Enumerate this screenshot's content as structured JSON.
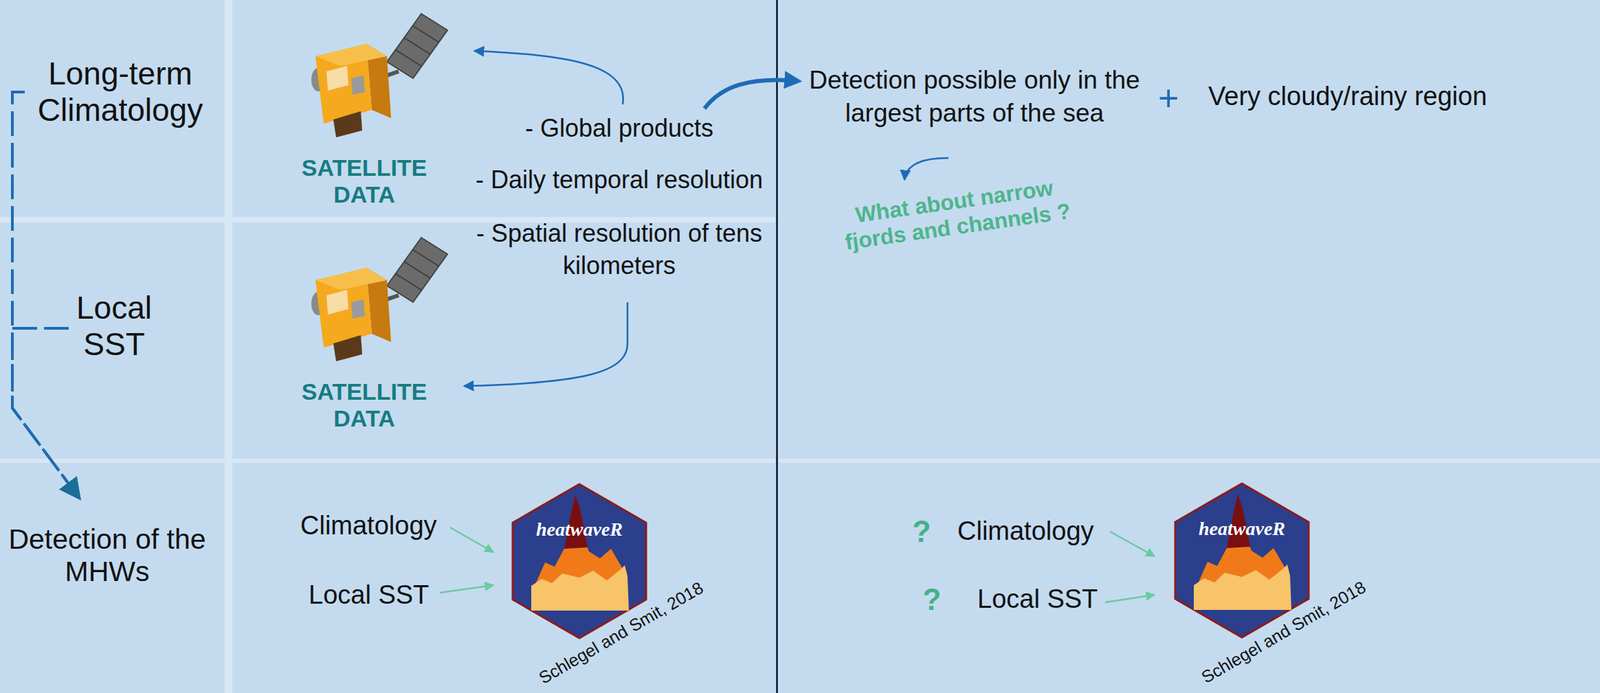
{
  "diagram": {
    "nodes": [
      {
        "text": [
          "Long-term Climatology"
        ]
      },
      {
        "text": [
          "Local SST"
        ]
      },
      {
        "text": [
          "Detection of the MHWs"
        ]
      },
      {
        "text": [
          "SATELLITE DATA"
        ]
      },
      {
        "text": [
          "SATELLITE DATA"
        ]
      },
      {
        "text": [
          "Climatology",
          "Local SST"
        ]
      },
      {
        "text": [
          "heatwaveR",
          "Schlegel and Smit, 2018"
        ],
        "in": 5
      },
      {
        "text": [
          "Detection possible only in the largest parts of the sea",
          "+",
          "Very cloudy/rainy region",
          "What about narrow fjords and channels ?"
        ]
      },
      {
        "text": [
          "?",
          "Climatology",
          "?",
          "Local SST"
        ]
      },
      {
        "text": [
          "heatwaveR",
          "Schlegel and Smit, 2018"
        ],
        "in": 8
      }
    ],
    "edges": [
      {
        "from": 0,
        "to": 2,
        "arrow": "to"
      },
      {
        "from": 1,
        "to": 2,
        "arrow": "to"
      }
    ],
    "labels": [
      "- Global products",
      "- Daily temporal resolution",
      "- Spatial resolution of tens kilometers"
    ]
  }
}
